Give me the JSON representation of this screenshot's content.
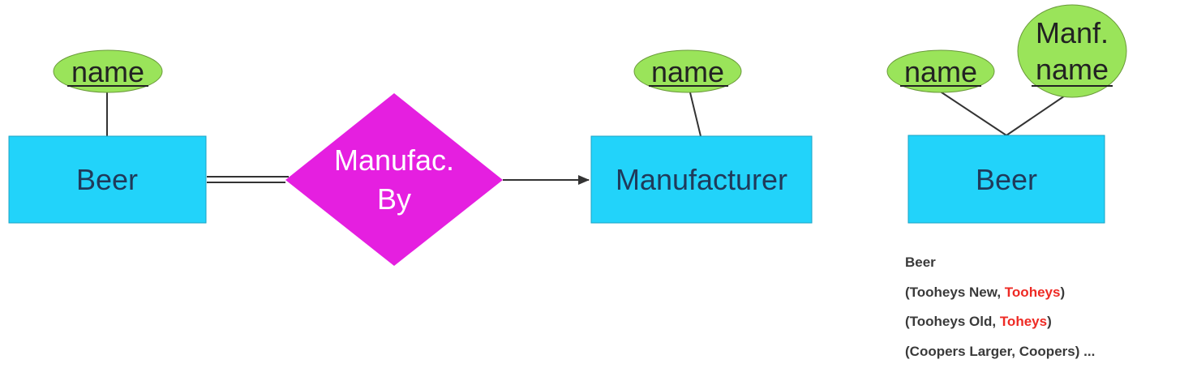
{
  "colors": {
    "entity_fill": "#22d3fa",
    "attribute_fill": "#9ae45a",
    "relationship_fill": "#e51fe0",
    "line": "#333333",
    "highlight": "#ee2a24"
  },
  "left_diagram": {
    "beer_entity": "Beer",
    "beer_attribute": "name",
    "relationship": {
      "line1": "Manufac.",
      "line2": "By"
    },
    "manufacturer_entity": "Manufacturer",
    "manufacturer_attribute": "name"
  },
  "right_diagram": {
    "beer_entity": "Beer",
    "attribute_name": "name",
    "attribute_manf": {
      "line1": "Manf.",
      "line2": "name"
    }
  },
  "instances": {
    "heading": "Beer",
    "rows": [
      {
        "open": "(Tooheys New, ",
        "manf": "Tooheys",
        "close": ")",
        "manf_highlight": true
      },
      {
        "open": "(Tooheys Old,  ",
        "manf": "Toheys",
        "close": ")",
        "manf_highlight": true
      },
      {
        "open": "(Coopers Larger, ",
        "manf": "Coopers",
        "close": ") ...",
        "manf_highlight": false
      }
    ]
  }
}
